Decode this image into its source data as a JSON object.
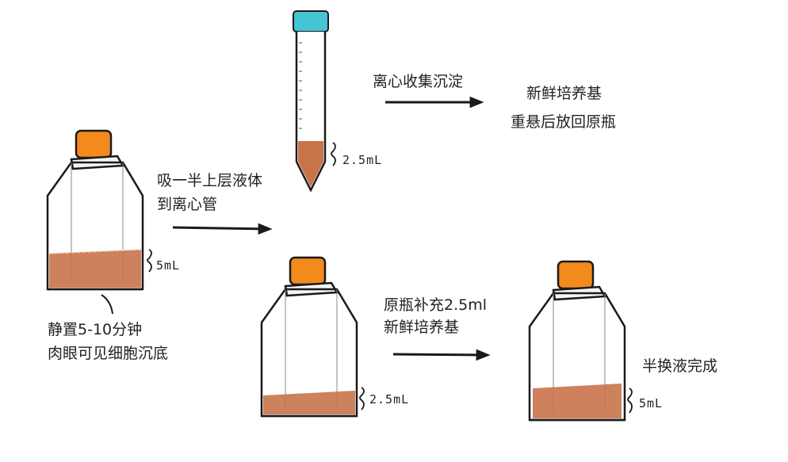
{
  "colors": {
    "cap": "#f28a1c",
    "tube_cap": "#44c4d4",
    "medium": "#c8734a",
    "outline": "#1a1a1a"
  },
  "steps": {
    "settle": {
      "line1": "静置5-10分钟",
      "line2": "肉眼可见细胞沉底"
    },
    "aspirate": {
      "line1": "吸一半上层液体",
      "line2": "到离心管"
    },
    "centrifuge": {
      "label": "离心收集沉淀"
    },
    "resuspend": {
      "line1": "新鲜培养基",
      "line2": "重悬后放回原瓶"
    },
    "replenish": {
      "line1": "原瓶补充2.5ml",
      "line2": "新鲜培养基"
    },
    "done": {
      "label": "半换液完成"
    }
  },
  "volumes": {
    "flask_initial": "5mL",
    "tube": "2.5mL",
    "flask_half": "2.5mL",
    "flask_final": "5mL"
  }
}
